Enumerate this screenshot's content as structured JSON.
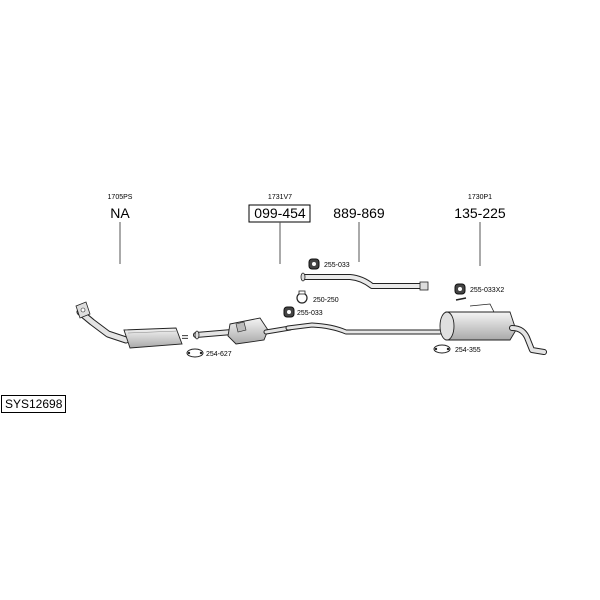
{
  "references": [
    {
      "code": "1705PS",
      "number": "NA",
      "boxed": false
    },
    {
      "code": "1731V7",
      "number": "099-454",
      "boxed": true
    },
    {
      "code": "",
      "number": "889-869",
      "boxed": false
    },
    {
      "code": "1730P1",
      "number": "135-225",
      "boxed": false
    }
  ],
  "parts": [
    {
      "label": "255-033",
      "icon": "rubber-mount-icon"
    },
    {
      "label": "250-250",
      "icon": "clamp-icon"
    },
    {
      "label": "255-033",
      "icon": "rubber-mount-icon"
    },
    {
      "label": "254-627",
      "icon": "gasket-icon"
    },
    {
      "label": "255-033X2",
      "icon": "rubber-mount-icon"
    },
    {
      "label": "254-355",
      "icon": "gasket-icon"
    }
  ],
  "system_code": "SYS12698",
  "colors": {
    "line": "#000000",
    "pipe_fill": "#e6e6e6",
    "muffler_fill": "#d9d9d9",
    "leader": "#555555"
  }
}
